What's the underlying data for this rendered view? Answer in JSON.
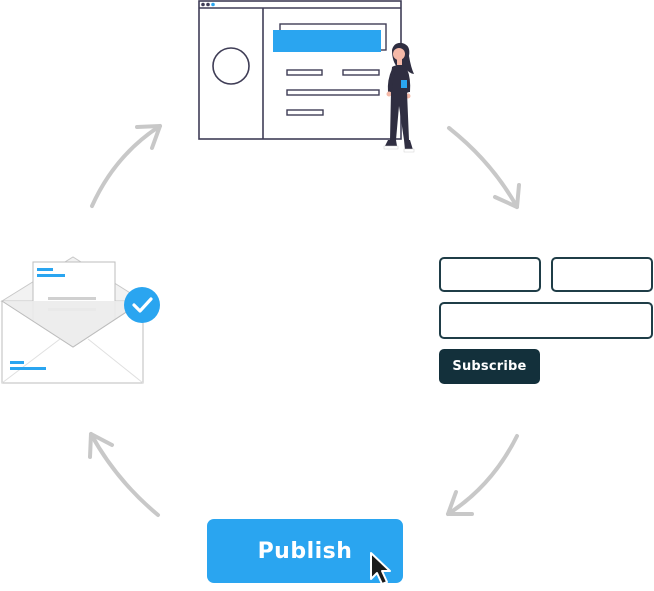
{
  "form": {
    "subscribe_label": "Subscribe"
  },
  "publish": {
    "label": "Publish"
  },
  "colors": {
    "accent_blue": "#2aa5f0",
    "dark_teal": "#13303b",
    "arrow_gray": "#c8c8c8",
    "outline_dark": "#3f3d56"
  },
  "icons": [
    "browser-window-illustration",
    "person-illustration",
    "envelope-icon",
    "checkmark-badge-icon",
    "cursor-pointer-icon",
    "cycle-arrow-icon"
  ]
}
